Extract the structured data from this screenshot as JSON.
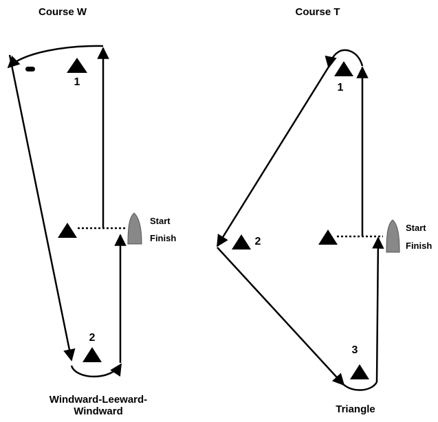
{
  "course_w": {
    "title": "Course W",
    "caption_line1": "Windward-Leeward-",
    "caption_line2": "Windward",
    "mark_1": "1",
    "mark_2": "2",
    "start_label": "Start",
    "finish_label": "Finish"
  },
  "course_t": {
    "title": "Course T",
    "caption": "Triangle",
    "mark_1": "1",
    "mark_2": "2",
    "mark_3": "3",
    "start_label": "Start",
    "finish_label": "Finish"
  },
  "colors": {
    "line": "#000000",
    "mark": "#000000",
    "boat": "#888888"
  }
}
